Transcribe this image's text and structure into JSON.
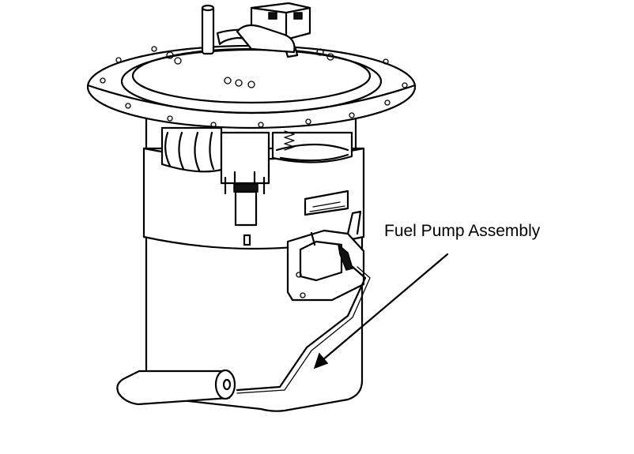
{
  "diagram": {
    "callout_label": "Fuel Pump Assembly",
    "colors": {
      "line": "#000000",
      "background": "#ffffff"
    },
    "parts": [
      "mounting-flange",
      "electrical-connector",
      "fuel-line-outlet",
      "reservoir-body",
      "float-arm",
      "fuel-level-sender",
      "inlet-strainer",
      "callout-arrow"
    ]
  }
}
